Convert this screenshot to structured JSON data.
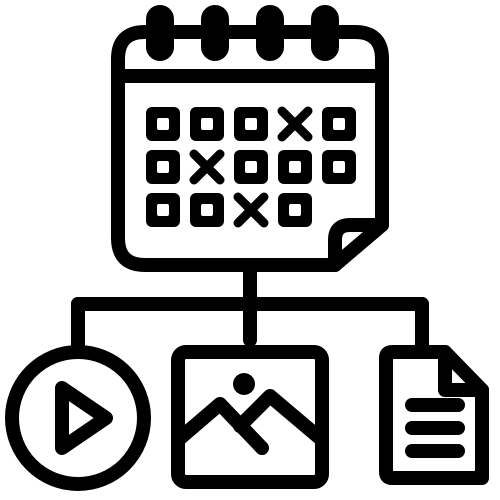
{
  "icon": {
    "name": "content-calendar-schedule-icon",
    "color": "#000000",
    "background": "#ffffff",
    "calendar": {
      "rings": 4,
      "grid_rows": [
        [
          "box",
          "box",
          "box",
          "x",
          "box"
        ],
        [
          "box",
          "x",
          "box",
          "box",
          "box"
        ],
        [
          "box",
          "box",
          "x",
          "box",
          null
        ]
      ],
      "page_curl": true
    },
    "branches": [
      {
        "icon": "play-icon"
      },
      {
        "icon": "image-icon"
      },
      {
        "icon": "document-icon"
      }
    ]
  }
}
